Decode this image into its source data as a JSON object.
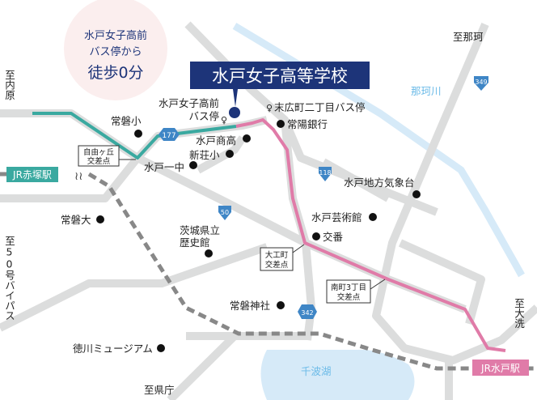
{
  "promo": {
    "line1": "水戸女子高前",
    "line2": "バス停から",
    "line3": "徒歩0分"
  },
  "school": {
    "name": "水戸女子高等学校"
  },
  "directions": {
    "nakahara": "至内原",
    "naka": "至那珂",
    "bypass50": "至50号バイパス",
    "oarai": "至大洗",
    "kencho": "至県庁"
  },
  "water": {
    "river": "那珂川",
    "lake": "千波湖"
  },
  "stations": {
    "akatsuka": "JR赤塚駅",
    "mito": "JR水戸駅"
  },
  "bus_stops": {
    "school_stop": "水戸女子高前バス停",
    "suehiro": "末広町二丁目バス停"
  },
  "intersections": {
    "jiyugaoka": [
      "自由ヶ丘",
      "交差点"
    ],
    "daiku": [
      "大工町",
      "交差点"
    ],
    "minami3": [
      "南町3丁目",
      "交差点"
    ]
  },
  "routes": {
    "r177": "177",
    "r118": "118",
    "r349": "349",
    "r50": "50",
    "r342": "342"
  },
  "landmarks": {
    "tokiwa_sho": "常磐小",
    "mito_shoko": "水戸商高",
    "shinso_sho": "新荘小",
    "mito_ichichu": "水戸一中",
    "joyo_bank": "常陽銀行",
    "weather": "水戸地方気象台",
    "art": "水戸芸術館",
    "koban": "交番",
    "tokiwa_dai": "常磐大",
    "history_museum": [
      "茨城県立",
      "歴史館"
    ],
    "tokiwa_shrine": "常磐神社",
    "tokugawa": "徳川ミュージアム"
  },
  "colors": {
    "teal": "#3aa9a0",
    "pink": "#e07ba8",
    "navy": "#1d3479",
    "route_blue": "#3f86c6",
    "water": "#d6eaf8"
  }
}
